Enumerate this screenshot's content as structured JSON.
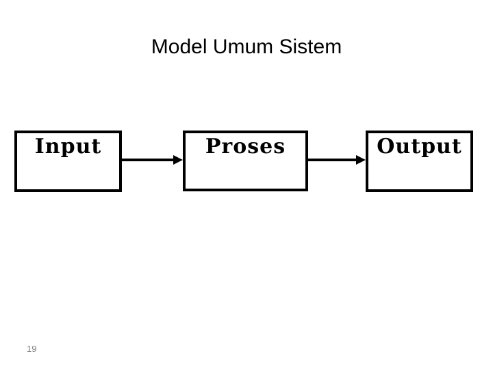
{
  "slide": {
    "title": "Model Umum Sistem",
    "page_number": "19",
    "colors": {
      "background": "#ffffff",
      "box_border": "#000000",
      "box_label_text": "#000000",
      "title_text": "#000000",
      "arrow": "#000000",
      "page_number_text": "#7f7f7f"
    }
  },
  "diagram": {
    "type": "flow",
    "nodes": [
      {
        "id": "input",
        "label": "Input"
      },
      {
        "id": "proses",
        "label": "Proses"
      },
      {
        "id": "output",
        "label": "Output"
      }
    ],
    "connections": [
      {
        "from": "input",
        "to": "proses",
        "style": "solid-arrow"
      },
      {
        "from": "proses",
        "to": "output",
        "style": "solid-arrow"
      }
    ]
  }
}
